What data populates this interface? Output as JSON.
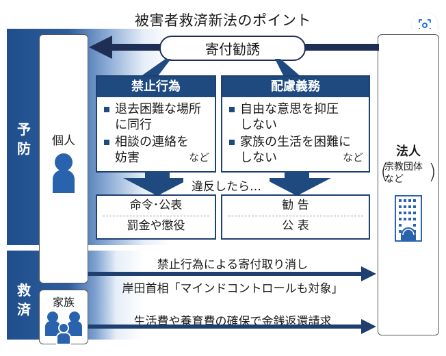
{
  "title": "被害者救済新法のポイント",
  "lens_icon": "lens-scan-icon",
  "left_column": {
    "prevention_label": [
      "予",
      "防"
    ],
    "relief_label": [
      "救",
      "済"
    ],
    "individual": {
      "label": "個人",
      "icon": "person-icon"
    },
    "family": {
      "label": "家族",
      "icon": "family-icon"
    }
  },
  "right_column": {
    "label": "法人",
    "sublabel_line1": "宗教団体",
    "sublabel_line2": "など",
    "icon": "building-icon"
  },
  "solicitation": {
    "label": "寄付勧誘"
  },
  "prohibited_acts": {
    "header": "禁止行為",
    "items": [
      {
        "line1": "退去困難な場所",
        "line2": "に同行"
      },
      {
        "line1": "相談の連絡を",
        "line2": "妨害"
      }
    ],
    "etc": "など"
  },
  "duty_of_care": {
    "header": "配慮義務",
    "items": [
      {
        "line1": "自由な意思を抑圧",
        "line2": "しない"
      },
      {
        "line1": "家族の生活を困難に",
        "line2": "しない"
      }
    ],
    "etc": "など"
  },
  "violation_label": "違反したら…",
  "penalties_left": {
    "top": "命令･公表",
    "bottom": "罰金や懲役"
  },
  "penalties_right": {
    "top": "勧 告",
    "bottom": "公 表"
  },
  "relief_arrows": [
    {
      "label": "禁止行為による寄付取り消し"
    },
    {
      "label": "岸田首相「マインドコントロールも対象」"
    },
    {
      "label": "生活費や養育費の確保で金銭返還請求"
    }
  ],
  "colors": {
    "navy": "#1e2e55",
    "blue": "#1e4a80",
    "icon_blue": "#2a63ad"
  }
}
